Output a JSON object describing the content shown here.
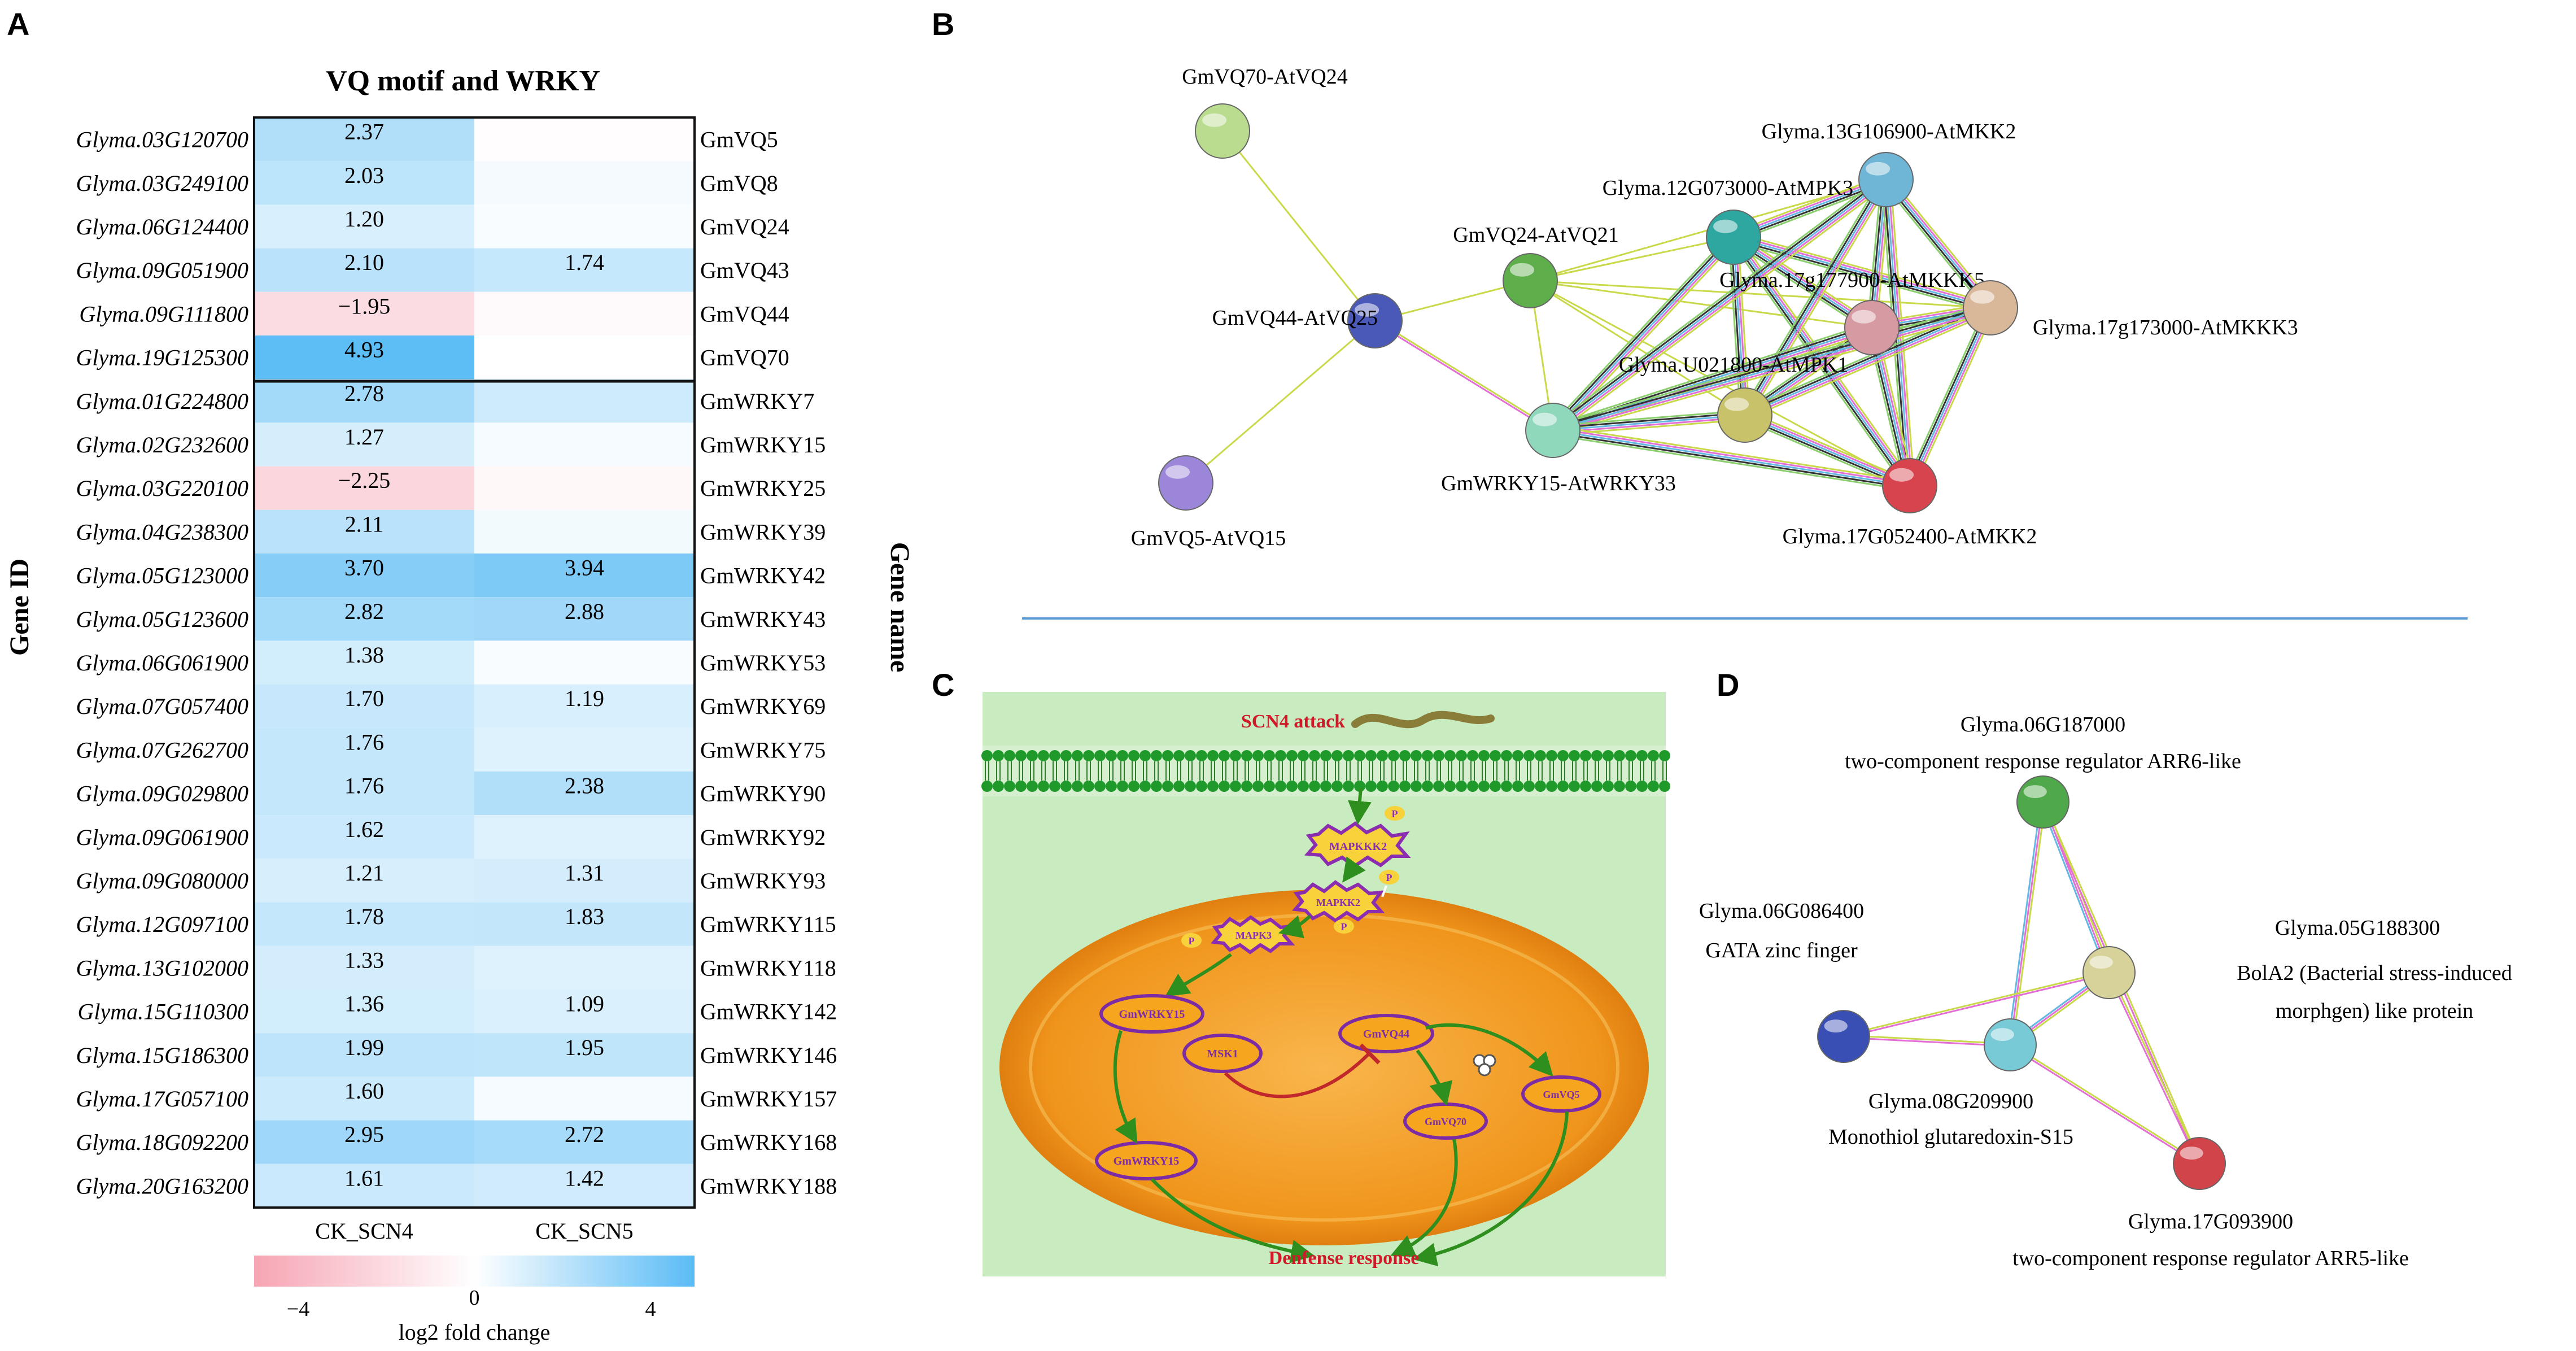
{
  "panel_letters": {
    "a": "A",
    "b": "B",
    "c": "C",
    "d": "D"
  },
  "heatmap": {
    "title": "VQ motif and WRKY",
    "y_axis_label": "Gene ID",
    "right_axis_label": "Gene name",
    "columns": [
      "CK_SCN4",
      "CK_SCN5"
    ],
    "legend_label": "log2 fold change",
    "legend_ticks": [
      "−4",
      "0",
      "4"
    ],
    "rows": [
      {
        "id": "Glyma.03G120700",
        "name": "GmVQ5",
        "scn4": 2.37,
        "scn5": -0.1,
        "t4": "2.37",
        "t5": ""
      },
      {
        "id": "Glyma.03G249100",
        "name": "GmVQ8",
        "scn4": 2.03,
        "scn5": 0.35,
        "t4": "2.03",
        "t5": ""
      },
      {
        "id": "Glyma.06G124400",
        "name": "GmVQ24",
        "scn4": 1.2,
        "scn5": 0.2,
        "t4": "1.20",
        "t5": ""
      },
      {
        "id": "Glyma.09G051900",
        "name": "GmVQ43",
        "scn4": 2.1,
        "scn5": 1.74,
        "t4": "2.10",
        "t5": "1.74"
      },
      {
        "id": "Glyma.09G111800",
        "name": "GmVQ44",
        "scn4": -1.95,
        "scn5": -0.3,
        "t4": "−1.95",
        "t5": ""
      },
      {
        "id": "Glyma.19G125300",
        "name": "GmVQ70",
        "scn4": 4.93,
        "scn5": 0.0,
        "t4": "4.93",
        "t5": ""
      },
      {
        "id": "Glyma.01G224800",
        "name": "GmWRKY7",
        "scn4": 2.78,
        "scn5": 1.5,
        "t4": "2.78",
        "t5": ""
      },
      {
        "id": "Glyma.02G232600",
        "name": "GmWRKY15",
        "scn4": 1.27,
        "scn5": 0.3,
        "t4": "1.27",
        "t5": ""
      },
      {
        "id": "Glyma.03G220100",
        "name": "GmWRKY25",
        "scn4": -2.25,
        "scn5": -0.4,
        "t4": "−2.25",
        "t5": ""
      },
      {
        "id": "Glyma.04G238300",
        "name": "GmWRKY39",
        "scn4": 2.11,
        "scn5": 0.4,
        "t4": "2.11",
        "t5": ""
      },
      {
        "id": "Glyma.05G123000",
        "name": "GmWRKY42",
        "scn4": 3.7,
        "scn5": 3.94,
        "t4": "3.70",
        "t5": "3.94"
      },
      {
        "id": "Glyma.05G123600",
        "name": "GmWRKY43",
        "scn4": 2.82,
        "scn5": 2.88,
        "t4": "2.82",
        "t5": "2.88"
      },
      {
        "id": "Glyma.06G061900",
        "name": "GmWRKY53",
        "scn4": 1.38,
        "scn5": 0.2,
        "t4": "1.38",
        "t5": ""
      },
      {
        "id": "Glyma.07G057400",
        "name": "GmWRKY69",
        "scn4": 1.7,
        "scn5": 1.19,
        "t4": "1.70",
        "t5": "1.19"
      },
      {
        "id": "Glyma.07G262700",
        "name": "GmWRKY75",
        "scn4": 1.76,
        "scn5": 1.0,
        "t4": "1.76",
        "t5": ""
      },
      {
        "id": "Glyma.09G029800",
        "name": "GmWRKY90",
        "scn4": 1.76,
        "scn5": 2.38,
        "t4": "1.76",
        "t5": "2.38"
      },
      {
        "id": "Glyma.09G061900",
        "name": "GmWRKY92",
        "scn4": 1.62,
        "scn5": 1.0,
        "t4": "1.62",
        "t5": ""
      },
      {
        "id": "Glyma.09G080000",
        "name": "GmWRKY93",
        "scn4": 1.21,
        "scn5": 1.31,
        "t4": "1.21",
        "t5": "1.31"
      },
      {
        "id": "Glyma.12G097100",
        "name": "GmWRKY115",
        "scn4": 1.78,
        "scn5": 1.83,
        "t4": "1.78",
        "t5": "1.83"
      },
      {
        "id": "Glyma.13G102000",
        "name": "GmWRKY118",
        "scn4": 1.33,
        "scn5": 1.0,
        "t4": "1.33",
        "t5": ""
      },
      {
        "id": "Glyma.15G110300",
        "name": "GmWRKY142",
        "scn4": 1.36,
        "scn5": 1.09,
        "t4": "1.36",
        "t5": "1.09"
      },
      {
        "id": "Glyma.15G186300",
        "name": "GmWRKY146",
        "scn4": 1.99,
        "scn5": 1.95,
        "t4": "1.99",
        "t5": "1.95"
      },
      {
        "id": "Glyma.17G057100",
        "name": "GmWRKY157",
        "scn4": 1.6,
        "scn5": 0.3,
        "t4": "1.60",
        "t5": ""
      },
      {
        "id": "Glyma.18G092200",
        "name": "GmWRKY168",
        "scn4": 2.95,
        "scn5": 2.72,
        "t4": "2.95",
        "t5": "2.72"
      },
      {
        "id": "Glyma.20G163200",
        "name": "GmWRKY188",
        "scn4": 1.61,
        "scn5": 1.42,
        "t4": "1.61",
        "t5": "1.42"
      }
    ],
    "colors": {
      "negative": "#f6a5b4",
      "zero": "#ffffff",
      "positive": "#5bbcf5"
    }
  },
  "network_b": {
    "nodes": [
      {
        "label": "GmVQ70-AtVQ24",
        "color": "#b9dc8f"
      },
      {
        "label": "GmVQ44-AtVQ25",
        "color": "#4a58b8"
      },
      {
        "label": "GmVQ5-AtVQ15",
        "color": "#9b86da"
      },
      {
        "label": "GmVQ24-AtVQ21",
        "color": "#5fae4c"
      },
      {
        "label": "Glyma.12G073000-AtMPK3",
        "color": "#2ea7a0"
      },
      {
        "label": "Glyma.13G106900-AtMKK2",
        "color": "#6fb5d6"
      },
      {
        "label": "Glyma.17g177900-AtMKKK5",
        "color": "#d59aa2"
      },
      {
        "label": "Glyma.17g173000-AtMKKK3",
        "color": "#d9b89a"
      },
      {
        "label": "Glyma.U021800-AtMPK1",
        "color": "#c8c26a"
      },
      {
        "label": "GmWRKY15-AtWRKY33",
        "color": "#8fd8bc"
      },
      {
        "label": "Glyma.17G052400-AtMKK2",
        "color": "#d8444d"
      }
    ]
  },
  "pathway_c": {
    "attack_label": "SCN4 attack",
    "kinases": [
      "MAPKKK2",
      "MAPKK2",
      "MAPK3"
    ],
    "phospho_label": "P",
    "nuclear_labels": [
      "GmWRKY15",
      "MSK1",
      "GmVQ44",
      "GmVQ70",
      "GmVQ5",
      "GmWRKY15"
    ],
    "response_label": "Denfense response",
    "colors": {
      "background": "#c8ebc0",
      "nucleus": "#f29a1c",
      "arrow": "#2f8f1e",
      "inhibit": "#c0282b",
      "label_red": "#d01a2a"
    }
  },
  "network_d": {
    "nodes": [
      {
        "label": "Glyma.06G187000",
        "description": "two-component response regulator ARR6-like",
        "color": "#4fa84a"
      },
      {
        "label": "Glyma.06G086400",
        "description": "GATA zinc finger",
        "color": "#3a4fb4"
      },
      {
        "label": "Glyma.05G188300",
        "description": "BolA2 (Bacterial stress-induced",
        "description2": "morphgen) like protein",
        "color": "#d6d29a"
      },
      {
        "label": "Glyma.08G209900",
        "description": "Monothiol glutaredoxin-S15",
        "color": "#78cad6"
      },
      {
        "label": "Glyma.17G093900",
        "description": "two-component response regulator ARR5-like",
        "color": "#d0444a"
      }
    ]
  }
}
